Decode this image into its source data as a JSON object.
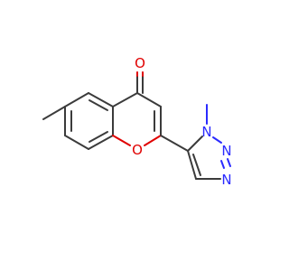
{
  "molecule": {
    "atoms": {
      "carbonyl_oxygen": "O",
      "ring_oxygen": "O",
      "n1": "N",
      "n2": "N",
      "n3": "N"
    },
    "colors": {
      "carbon_bond": "#3b3b3b",
      "oxygen": "#e00000",
      "nitrogen": "#2b2bff"
    }
  }
}
